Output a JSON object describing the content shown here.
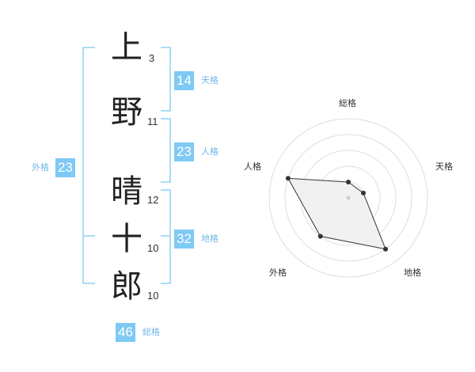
{
  "name_characters": [
    {
      "char": "上",
      "strokes": "3"
    },
    {
      "char": "野",
      "strokes": "11"
    },
    {
      "char": "晴",
      "strokes": "12"
    },
    {
      "char": "十",
      "strokes": "10"
    },
    {
      "char": "郎",
      "strokes": "10"
    }
  ],
  "fortunes": {
    "tenkaku": {
      "label": "天格",
      "value": "14"
    },
    "jinkaku": {
      "label": "人格",
      "value": "23"
    },
    "chikaku": {
      "label": "地格",
      "value": "32"
    },
    "gaikaku": {
      "label": "外格",
      "value": "23"
    },
    "soukaku": {
      "label": "総格",
      "value": "46"
    }
  },
  "colors": {
    "accent": "#7fc9f5",
    "bracket": "#8fd0f5",
    "polygon_fill": "#eeeeee",
    "polygon_stroke": "#333333",
    "grid": "#dddddd"
  },
  "chart_data": {
    "type": "radar",
    "axes": [
      "総格",
      "天格",
      "地格",
      "外格",
      "人格"
    ],
    "values": [
      1,
      1,
      4,
      3,
      4
    ],
    "max": 5
  }
}
